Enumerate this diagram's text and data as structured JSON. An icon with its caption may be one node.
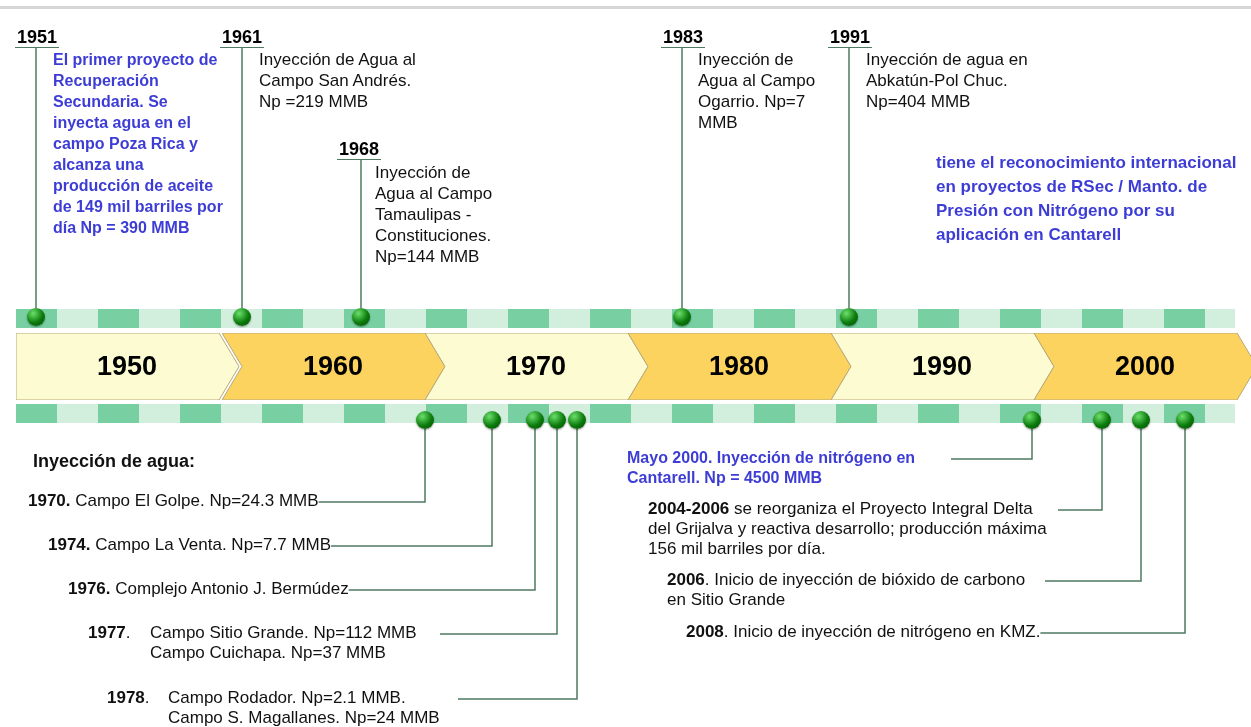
{
  "diagram": {
    "nodes": [
      {
        "text": [
          "1950"
        ]
      },
      {
        "text": [
          "1960"
        ]
      },
      {
        "text": [
          "1970"
        ]
      },
      {
        "text": [
          "1980"
        ]
      },
      {
        "text": [
          "1990"
        ]
      },
      {
        "text": [
          "2000"
        ]
      },
      {
        "text": [
          "1951"
        ],
        "beside": [
          "El primer proyecto de Recuperación Secundaria. Se inyecta agua en el campo Poza Rica y alcanza una producción de aceite de 149 mil barriles por día Np = 390 MMB"
        ]
      },
      {
        "text": [
          "1961"
        ],
        "beside": [
          "Inyección de Agua al Campo San Andrés. Np =219 MMB"
        ]
      },
      {
        "text": [
          "1968"
        ],
        "beside": [
          "Inyección de Agua al Campo Tamaulipas - Constituciones. Np=144 MMB"
        ]
      },
      {
        "text": [
          "1983"
        ],
        "beside": [
          "Inyección de Agua al Campo Ogarrio. Np=7 MMB"
        ]
      },
      {
        "text": [
          "1991"
        ],
        "beside": [
          "Inyección de agua en Abkatún-Pol Chuc. Np=404 MMB"
        ]
      },
      {
        "text": [],
        "shape": "circle",
        "in": 34
      },
      {
        "text": [],
        "shape": "circle",
        "in": 34
      },
      {
        "text": [],
        "shape": "circle",
        "in": 34
      },
      {
        "text": [],
        "shape": "circle",
        "in": 34
      },
      {
        "text": [],
        "shape": "circle",
        "in": 34
      },
      {
        "text": [],
        "shape": "circle"
      },
      {
        "text": [],
        "shape": "circle"
      },
      {
        "text": [],
        "shape": "circle"
      },
      {
        "text": [],
        "shape": "circle"
      },
      {
        "text": [],
        "shape": "circle"
      },
      {
        "text": [],
        "shape": "circle"
      },
      {
        "text": [],
        "shape": "circle"
      },
      {
        "text": [],
        "shape": "circle"
      },
      {
        "text": [],
        "shape": "circle"
      },
      {
        "text": [
          "**1970.** Campo El Golpe. Np=24.3 MMB"
        ]
      },
      {
        "text": [
          "**1974.** Campo La Venta. Np=7.7 MMB"
        ]
      },
      {
        "text": [
          "**1976.** Complejo Antonio J. Bermúdez"
        ]
      },
      {
        "text": [
          "**1977**.",
          "Campo Sitio Grande. Np=112 MMB Campo Cuichapa. Np=37 MMB"
        ]
      },
      {
        "text": [
          "**1978**.",
          "Campo Rodador. Np=2.1 MMB. Campo S. Magallanes. Np=24 MMB"
        ]
      },
      {
        "text": [
          "Mayo 2000. Inyección de nitrógeno en Cantarell. Np = 4500 MMB"
        ]
      },
      {
        "text": [
          "**2004-2006** se reorganiza el Proyecto Integral Delta del Grijalva y reactiva desarrollo; producción máxima 156 mil barriles por día."
        ]
      },
      {
        "text": [
          "**2006**. Inicio de inyección de bióxido de carbono en Sitio Grande"
        ]
      },
      {
        "text": [
          "**2008**. Inicio de inyección de nitrógeno en KMZ."
        ]
      },
      {
        "text": [],
        "shape": "bar"
      },
      {
        "text": [],
        "shape": "bar"
      }
    ],
    "edges": [
      {
        "from": 6,
        "to": 11,
        "arrow": "none"
      },
      {
        "from": 7,
        "to": 12,
        "arrow": "none"
      },
      {
        "from": 8,
        "to": 13,
        "arrow": "none"
      },
      {
        "from": 9,
        "to": 14,
        "arrow": "none"
      },
      {
        "from": 10,
        "to": 15,
        "arrow": "none"
      },
      {
        "from": 25,
        "to": 16,
        "arrow": "none"
      },
      {
        "from": 26,
        "to": 17,
        "arrow": "none"
      },
      {
        "from": 27,
        "to": 18,
        "arrow": "none"
      },
      {
        "from": 28,
        "to": 19,
        "arrow": "none"
      },
      {
        "from": 29,
        "to": 20,
        "arrow": "none"
      },
      {
        "from": 30,
        "to": 21,
        "arrow": "none"
      },
      {
        "from": 31,
        "to": 22,
        "arrow": "none"
      },
      {
        "from": 32,
        "to": 23,
        "arrow": "none"
      },
      {
        "from": 33,
        "to": 24,
        "arrow": "none"
      }
    ],
    "labels": [
      "tiene el reconocimiento internacional en proyectos de RSec / Manto. de Presión con Nitrógeno por su aplicación en Cantarell",
      "Inyección de agua:"
    ]
  }
}
